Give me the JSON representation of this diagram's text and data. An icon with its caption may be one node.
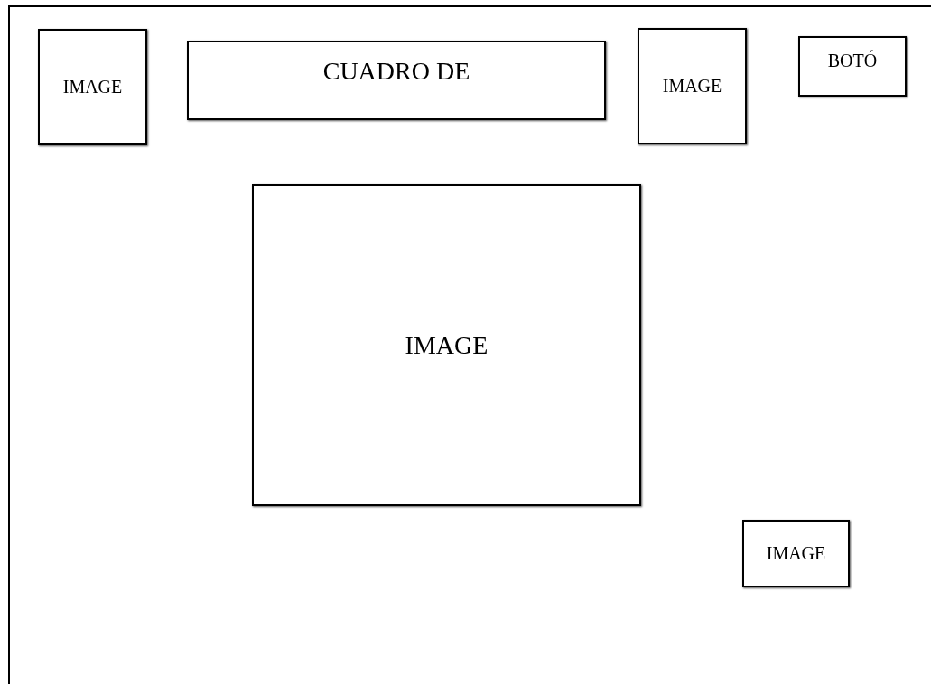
{
  "diagram": {
    "nodes": [
      {
        "text": [
          "IMAGE"
        ]
      },
      {
        "text": [
          "CUADRO DE"
        ]
      },
      {
        "text": [
          "IMAGE"
        ]
      },
      {
        "text": [
          "BOTÓ"
        ]
      },
      {
        "text": [
          "IMAGE"
        ]
      },
      {
        "text": [
          "IMAGE"
        ]
      }
    ]
  }
}
